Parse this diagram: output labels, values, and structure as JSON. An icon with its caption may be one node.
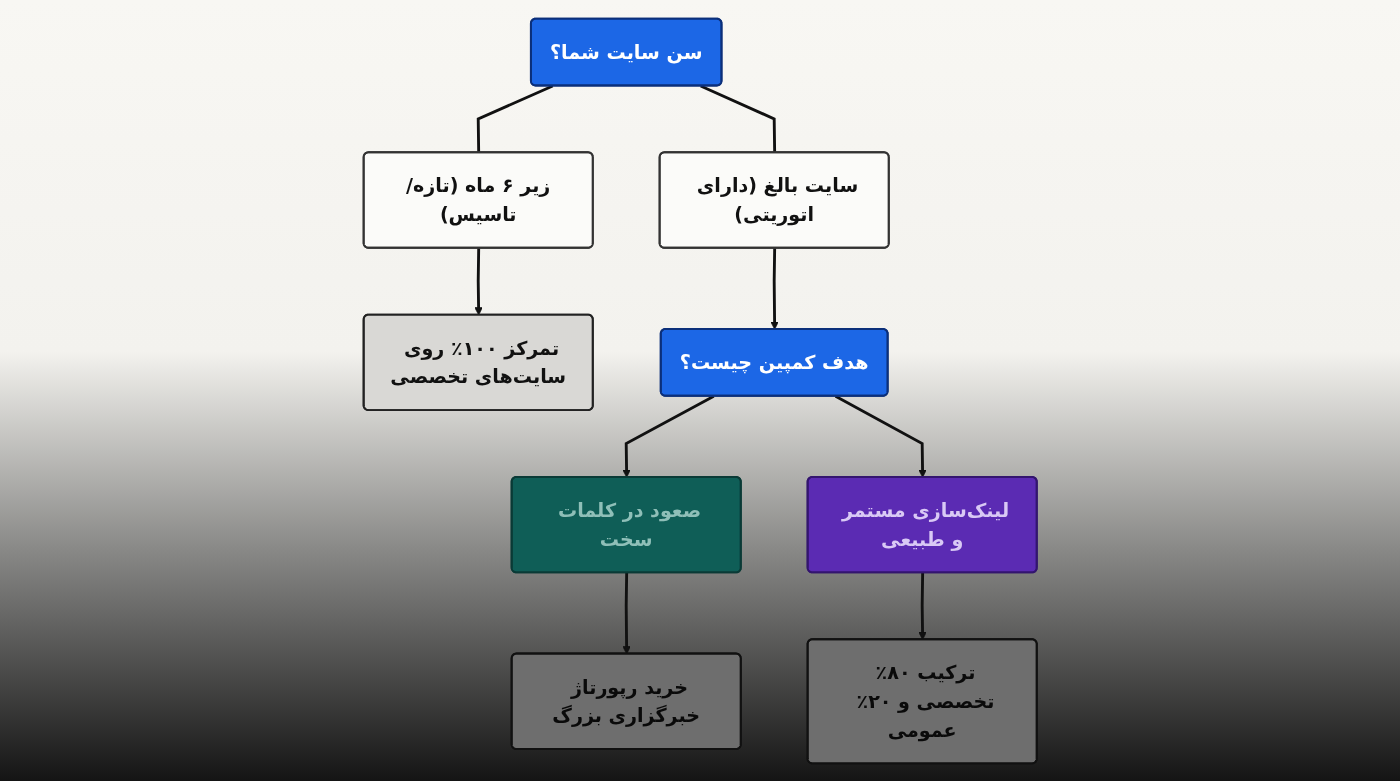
{
  "diagram": {
    "nodes": [
      {
        "text": [
          "سن سایت شما؟"
        ]
      },
      {
        "text": [
          "زیر ۶ ماه (تازه/تاسیس)"
        ]
      },
      {
        "text": [
          "سایت بالغ (دارای اتوریتی)"
        ]
      },
      {
        "text": [
          "تمرکز ۱۰۰٪ روی سایت‌های تخصصی"
        ]
      },
      {
        "text": [
          "هدف کمپین چیست؟"
        ]
      },
      {
        "text": [
          "صعود در کلمات سخت"
        ]
      },
      {
        "text": [
          "لینک‌سازی مستمر و طبیعی"
        ]
      },
      {
        "text": [
          "خرید رپورتاژ خبرگزاری بزرگ"
        ]
      },
      {
        "text": [
          "ترکیب ۸۰٪ تخصصی و ۲۰٪ عمومی"
        ]
      }
    ],
    "edges": [
      {
        "from": 0,
        "to": 1,
        "arrow": "none"
      },
      {
        "from": 0,
        "to": 2,
        "arrow": "none"
      },
      {
        "from": 1,
        "to": 3,
        "arrow": "to"
      },
      {
        "from": 2,
        "to": 4,
        "arrow": "to"
      },
      {
        "from": 4,
        "to": 5,
        "arrow": "to"
      },
      {
        "from": 4,
        "to": 6,
        "arrow": "to"
      },
      {
        "from": 5,
        "to": 7,
        "arrow": "to"
      },
      {
        "from": 6,
        "to": 8,
        "arrow": "to"
      }
    ]
  }
}
